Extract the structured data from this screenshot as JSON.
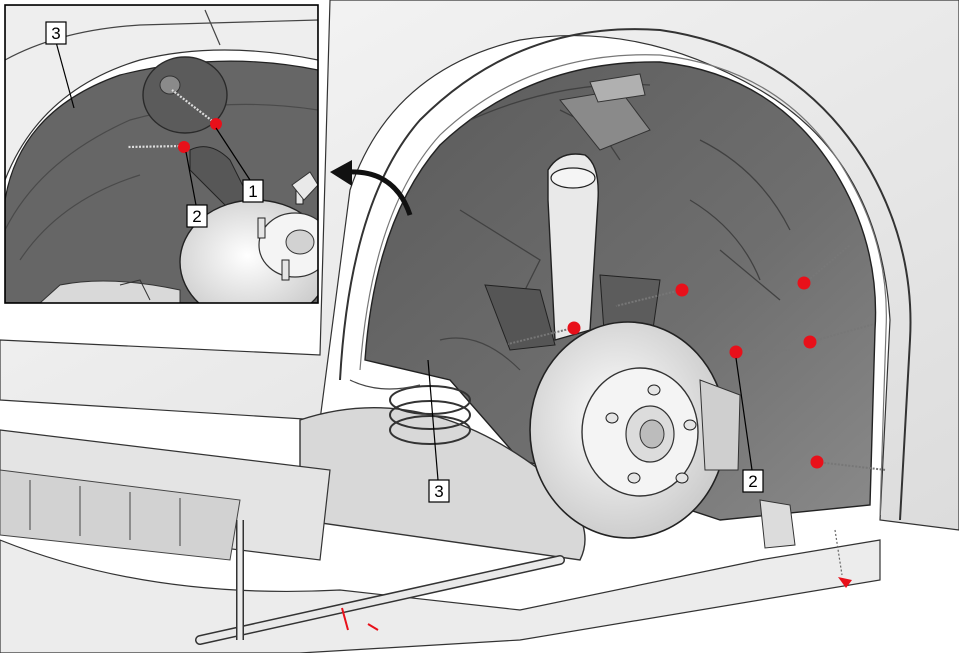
{
  "callouts": {
    "inset_liner": "3",
    "inset_fastener_upper": "1",
    "inset_fastener_lower": "2",
    "main_fastener": "2",
    "main_liner": "3"
  },
  "colors": {
    "fastener": "#e8101a",
    "arrow": "#111111",
    "liner_dark": "#4a4a4a",
    "liner_mid": "#6b6b6b",
    "body_light": "#f2f2f2",
    "outline": "#222222"
  }
}
